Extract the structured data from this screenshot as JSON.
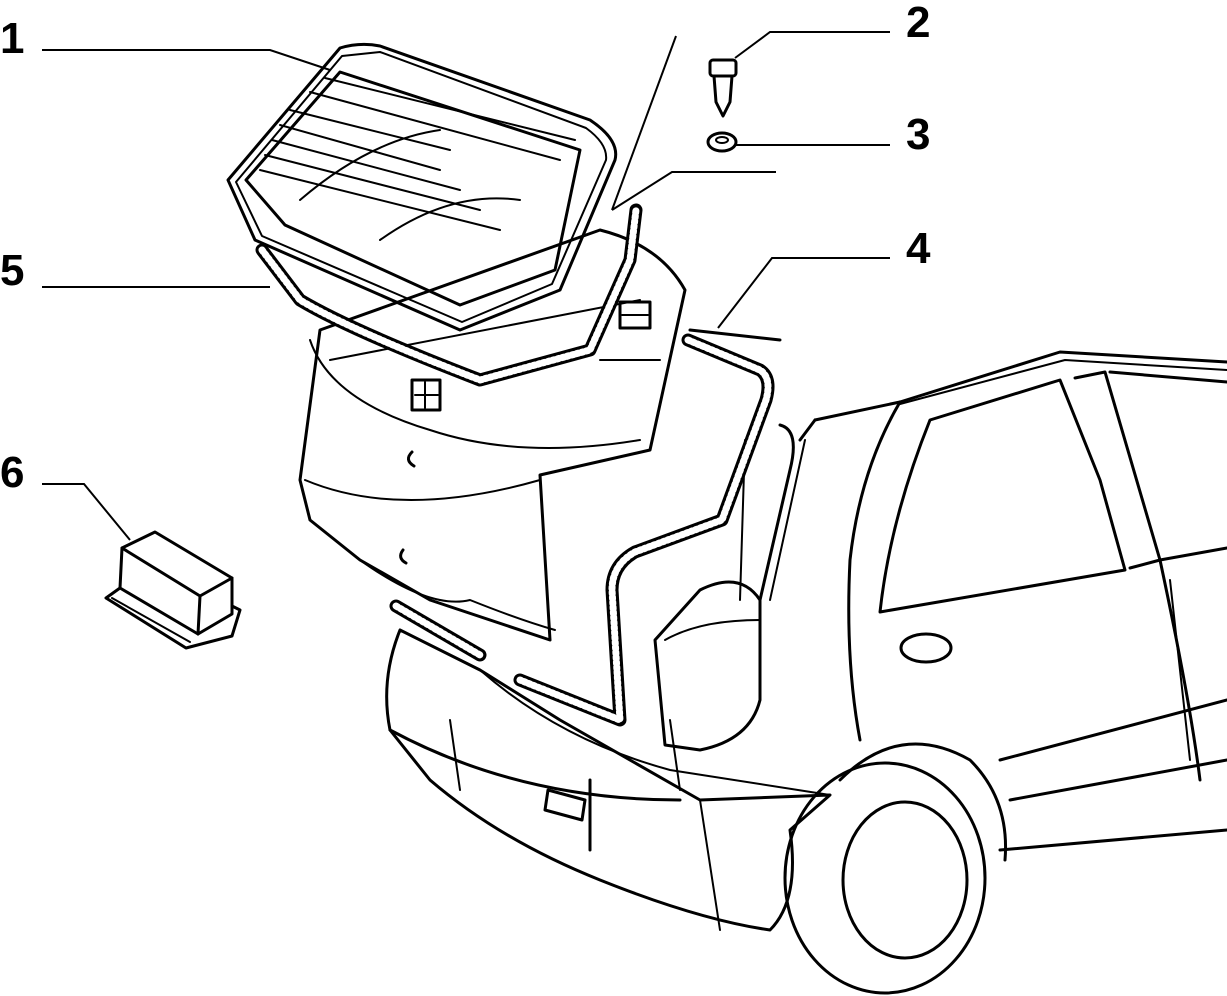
{
  "diagram": {
    "type": "exploded parts diagram",
    "callouts": [
      {
        "id": "1",
        "label": "1",
        "part": "rear-window-glass"
      },
      {
        "id": "2",
        "label": "2",
        "part": "stud-pin"
      },
      {
        "id": "3",
        "label": "3",
        "part": "nut"
      },
      {
        "id": "4",
        "label": "4",
        "part": "tailgate-opening-seal"
      },
      {
        "id": "5",
        "label": "5",
        "part": "glass-seal"
      },
      {
        "id": "6",
        "label": "6",
        "part": "spacer-block"
      }
    ]
  }
}
